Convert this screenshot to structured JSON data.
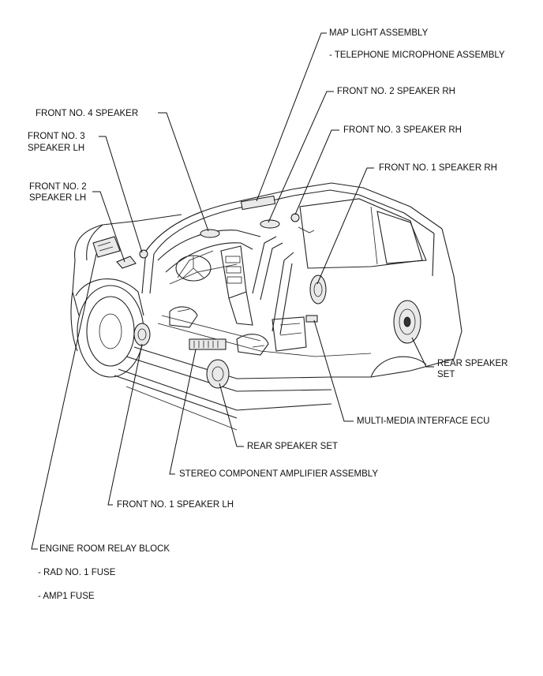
{
  "labels": {
    "map_light": "MAP LIGHT ASSEMBLY",
    "telephone_mic": "- TELEPHONE MICROPHONE ASSEMBLY",
    "front2_rh": "FRONT NO. 2 SPEAKER RH",
    "front4": "FRONT NO. 4 SPEAKER",
    "front3_rh": "FRONT NO. 3 SPEAKER RH",
    "front3_lh_l1": "FRONT NO. 3",
    "front3_lh_l2": "SPEAKER LH",
    "front1_rh": "FRONT NO. 1 SPEAKER RH",
    "front2_lh_l1": "FRONT NO. 2",
    "front2_lh_l2": "SPEAKER LH",
    "rear_speaker_rh_l1": "REAR SPEAKER",
    "rear_speaker_rh_l2": "SET",
    "mmi_ecu": "MULTI-MEDIA INTERFACE ECU",
    "rear_speaker": "REAR SPEAKER SET",
    "stereo_amp": "STEREO COMPONENT AMPLIFIER ASSEMBLY",
    "front1_lh": "FRONT NO. 1 SPEAKER LH",
    "engine_relay": "ENGINE ROOM RELAY BLOCK",
    "rad_fuse": "- RAD NO. 1 FUSE",
    "amp_fuse": "- AMP1 FUSE"
  }
}
